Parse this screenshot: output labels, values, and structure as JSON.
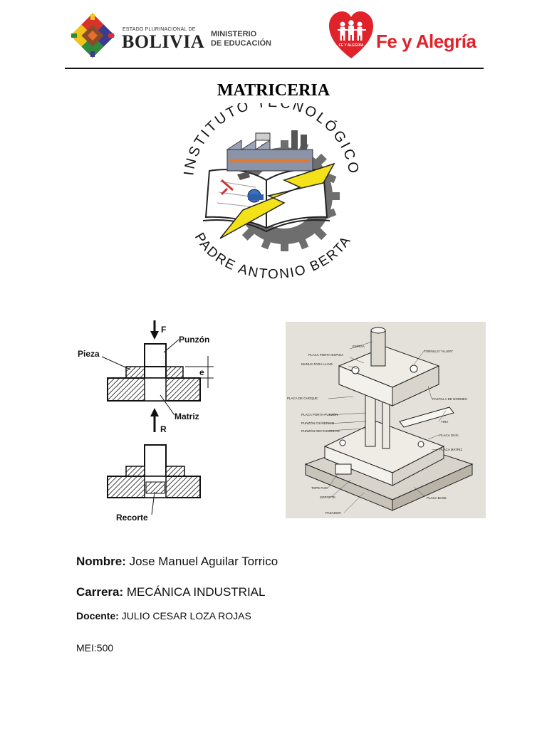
{
  "header": {
    "gov_small": "ESTADO PLURINACIONAL DE",
    "gov_big": "BOLIVIA",
    "ministry_line1": "MINISTERIO",
    "ministry_line2": "DE EDUCACIÓN",
    "fya_text": "Fe y Alegría",
    "fya_badge": "FE Y ALEGRÍA"
  },
  "title": "MATRICERIA",
  "institute": {
    "arc_top": "INSTITUTO TECNOLÓGICO",
    "arc_bottom": "PADRE ANTONIO BERTA"
  },
  "punch_diagram": {
    "force": "F",
    "punzon": "Punzón",
    "pieza": "Pieza",
    "thickness": "e",
    "matriz": "Matriz",
    "reaction": "R",
    "recorte": "Recorte"
  },
  "die_set_diagram": {
    "labels": [
      "ESPIGA",
      "PLACA PORTA-ESPIGA",
      "TORNILLO \"ALLEN\"",
      "MANIJA PARA LLAVE",
      "PLACA DE CHOQUE",
      "PASTILLA DE NORMES",
      "PLACA PORTA-PUNZÓN",
      "TIRA",
      "PUNZÓN CILÍNDRICO",
      "PUNZÓN RECTANGULAR",
      "PLACA GUÍA",
      "PLACA MATRIZ",
      "TOPE FIJO",
      "SOPORTE",
      "PASADOR",
      "PLACA BASE"
    ]
  },
  "fields": {
    "nombre_label": "Nombre:",
    "nombre_value": "Jose Manuel Aguilar Torrico",
    "carrera_label": "Carrera:",
    "carrera_value": "MECÁNICA INDUSTRIAL",
    "docente_label": "Docente:",
    "docente_value": "JULIO CESAR LOZA ROJAS",
    "mei_label": "MEI:",
    "mei_value": "500"
  },
  "colors": {
    "fya_red": "#e0222a",
    "logo_yellow": "#f3e21a",
    "gear_gray": "#707070"
  }
}
